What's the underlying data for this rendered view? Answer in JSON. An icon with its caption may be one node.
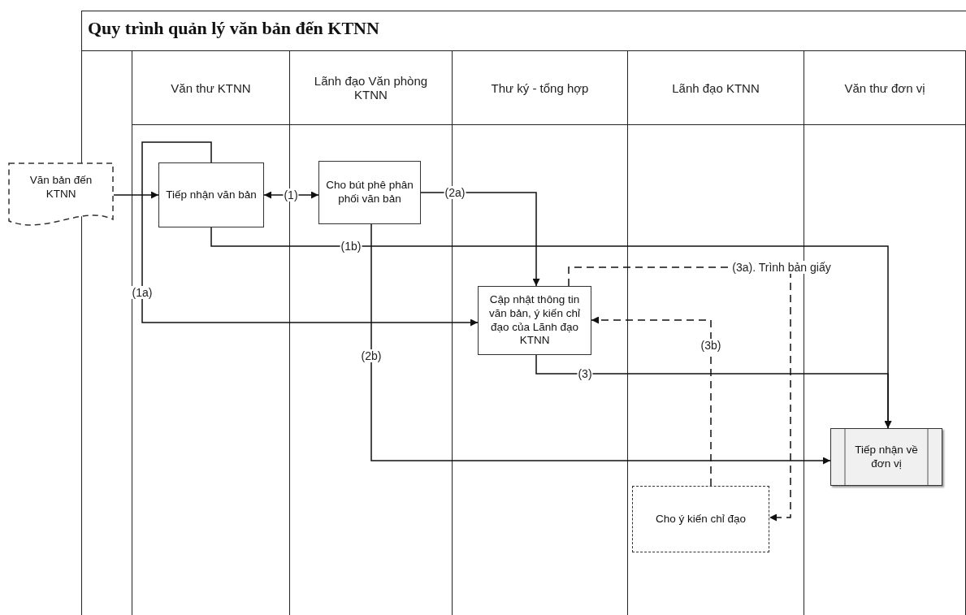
{
  "diagram": {
    "title": "Quy trình quản lý văn bản đến KTNN",
    "nodes": [
      {
        "text": [
          "Văn thư KTNN"
        ]
      },
      {
        "text": [
          "Lãnh đạo Văn phòng KTNN"
        ]
      },
      {
        "text": [
          "Thư ký - tổng hợp"
        ]
      },
      {
        "text": [
          "Lãnh đạo KTNN"
        ]
      },
      {
        "text": [
          "Văn thư đơn vị"
        ]
      },
      {
        "text": [
          "Văn bản đến KTNN"
        ]
      },
      {
        "text": [
          "Tiếp nhận văn bản"
        ],
        "in": 0
      },
      {
        "text": [
          "Cho bút phê phân phối văn bản"
        ],
        "in": 1
      },
      {
        "text": [
          "Cập nhật thông tin văn bản, ý kiến chỉ đạo của Lãnh đạo KTNN"
        ],
        "in": 2
      },
      {
        "text": [
          "Cho ý kiến chỉ đạo"
        ],
        "in": 3
      },
      {
        "text": [
          "Tiếp nhận về đơn vị"
        ],
        "in": 4
      }
    ],
    "edges": [
      {
        "from": 5,
        "to": 6,
        "arrow": "to"
      },
      {
        "from": 6,
        "to": 7,
        "arrow": "both",
        "label": "(1)"
      },
      {
        "from": 6,
        "to": 8,
        "arrow": "to",
        "label": "(1a)"
      },
      {
        "from": 6,
        "to": 10,
        "arrow": "to",
        "label": "(1b)"
      },
      {
        "from": 7,
        "to": 8,
        "arrow": "to",
        "label": "(2a)"
      },
      {
        "from": 7,
        "to": 10,
        "arrow": "to",
        "label": "(2b)"
      },
      {
        "from": 8,
        "to": 9,
        "arrow": "to",
        "label": "(3a). Trình bản giấy",
        "style": "dashed"
      },
      {
        "from": 9,
        "to": 8,
        "arrow": "to",
        "label": "(3b)",
        "style": "dashed"
      },
      {
        "from": 8,
        "to": 10,
        "arrow": "to",
        "label": "(3)"
      }
    ]
  }
}
